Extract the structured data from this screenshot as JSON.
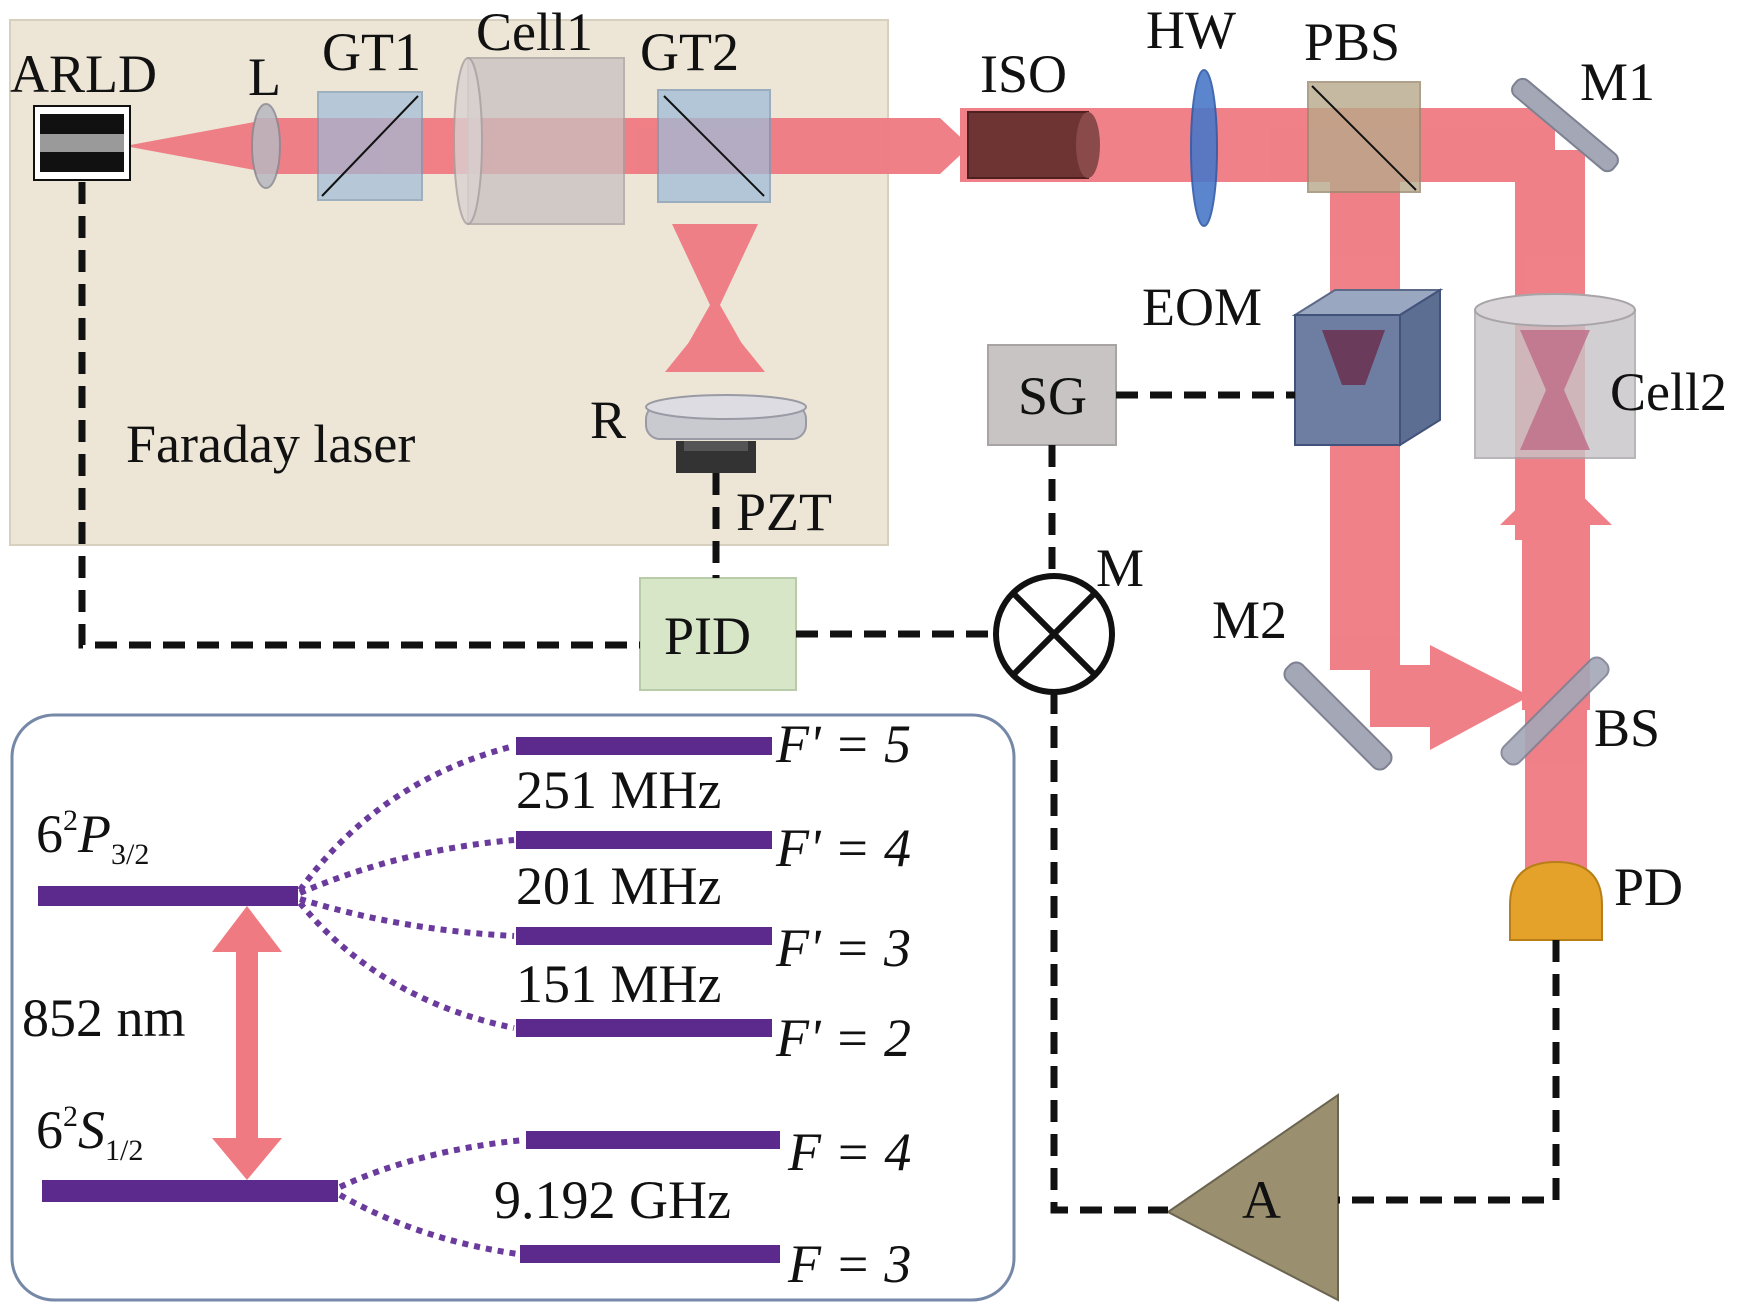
{
  "components": {
    "arld": "ARLD",
    "lens": "L",
    "gt1": "GT1",
    "cell1": "Cell1",
    "gt2": "GT2",
    "iso": "ISO",
    "hw": "HW",
    "pbs": "PBS",
    "m1": "M1",
    "eom": "EOM",
    "cell2": "Cell2",
    "sg": "SG",
    "r": "R",
    "pzt": "PZT",
    "faraday": "Faraday laser",
    "pid": "PID",
    "mixer": "M",
    "m2": "M2",
    "bs": "BS",
    "pd": "PD",
    "amp": "A"
  },
  "levels": {
    "p_state": {
      "main": "6",
      "sup": "2",
      "letter": "P",
      "sub": "3/2"
    },
    "s_state": {
      "main": "6",
      "sup": "2",
      "letter": "S",
      "sub": "1/2"
    },
    "wavelength": "852 nm",
    "p_sublevels": [
      "F' = 5",
      "F' = 4",
      "F' = 3",
      "F' = 2"
    ],
    "p_splittings": [
      "251 MHz",
      "201 MHz",
      "151 MHz"
    ],
    "s_sublevels": [
      "F = 4",
      "F = 3"
    ],
    "s_splitting": "9.192 GHz"
  },
  "colors": {
    "beam": "#f07a82",
    "faraday_box": "#ede6d6",
    "level_bar": "#5b2a8c",
    "pid_box": "#d6e6c6",
    "sg_box": "#c8c4c4",
    "pd": "#e4a22a",
    "amp": "#9a9070"
  }
}
